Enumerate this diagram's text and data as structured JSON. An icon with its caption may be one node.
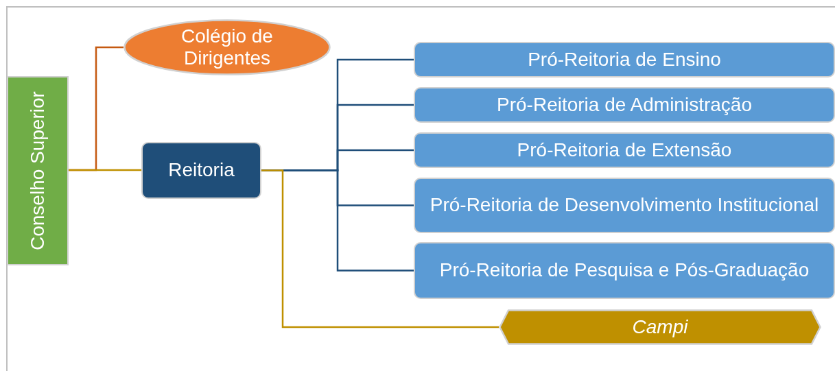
{
  "diagram": {
    "nodes": [
      {
        "text": [
          "Conselho Superior"
        ]
      },
      {
        "text": [
          "Colégio de Dirigentes"
        ]
      },
      {
        "text": [
          "Reitoria"
        ]
      },
      {
        "text": [
          "Pró-Reitoria de Ensino"
        ]
      },
      {
        "text": [
          "Pró-Reitoria de Administração"
        ]
      },
      {
        "text": [
          "Pró-Reitoria de Extensão"
        ]
      },
      {
        "text": [
          "Pró-Reitoria de Desenvolvimento Institucional"
        ]
      },
      {
        "text": [
          "Pró-Reitoria de Pesquisa e Pós-Graduação"
        ]
      },
      {
        "text": [
          "Campi"
        ]
      }
    ],
    "edges": [
      {
        "from": 0,
        "to": 1,
        "arrow": "none",
        "color": "#c55a11"
      },
      {
        "from": 0,
        "to": 2,
        "arrow": "none",
        "color": "#bf9000"
      },
      {
        "from": 2,
        "to": 3,
        "arrow": "none"
      },
      {
        "from": 2,
        "to": 4,
        "arrow": "none"
      },
      {
        "from": 2,
        "to": 5,
        "arrow": "none"
      },
      {
        "from": 2,
        "to": 6,
        "arrow": "none"
      },
      {
        "from": 2,
        "to": 7,
        "arrow": "none"
      },
      {
        "from": 2,
        "to": 8,
        "arrow": "none",
        "color": "#bf9000"
      }
    ]
  }
}
